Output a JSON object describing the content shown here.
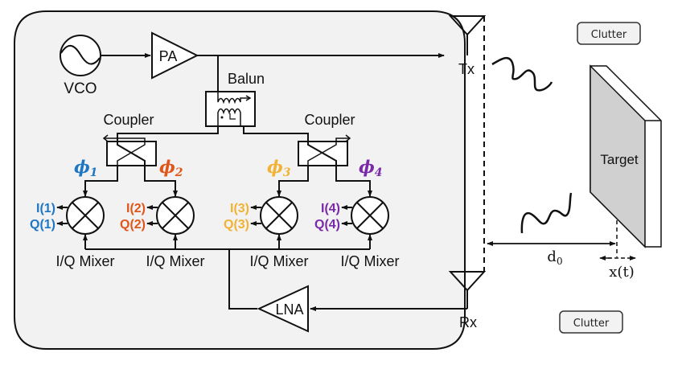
{
  "diagram": {
    "title": "Radar transceiver block diagram",
    "blocks": {
      "vco": "VCO",
      "pa": "PA",
      "balun": "Balun",
      "coupler_left": "Coupler",
      "coupler_right": "Coupler",
      "lna": "LNA",
      "mixer_labels": [
        "I/Q Mixer",
        "I/Q Mixer",
        "I/Q Mixer",
        "I/Q Mixer"
      ]
    },
    "phases": [
      {
        "label": "ϕ",
        "sub": "1",
        "color": "#1f77c4"
      },
      {
        "label": "ϕ",
        "sub": "2",
        "color": "#e0561a"
      },
      {
        "label": "ϕ",
        "sub": "3",
        "color": "#f2b233"
      },
      {
        "label": "ϕ",
        "sub": "4",
        "color": "#7a2aa8"
      }
    ],
    "outputs": [
      {
        "i": "I(1)",
        "q": "Q(1)",
        "color": "#1f77c4"
      },
      {
        "i": "I(2)",
        "q": "Q(2)",
        "color": "#e0561a"
      },
      {
        "i": "I(3)",
        "q": "Q(3)",
        "color": "#f2b233"
      },
      {
        "i": "I(4)",
        "q": "Q(4)",
        "color": "#7a2aa8"
      }
    ],
    "antennas": {
      "tx": "Tx",
      "rx": "Rx"
    },
    "scene": {
      "target": "Target",
      "clutter_top": "Clutter",
      "clutter_bottom": "Clutter",
      "distance": "d",
      "distance_sub": "0",
      "displacement": "x(t)"
    }
  }
}
